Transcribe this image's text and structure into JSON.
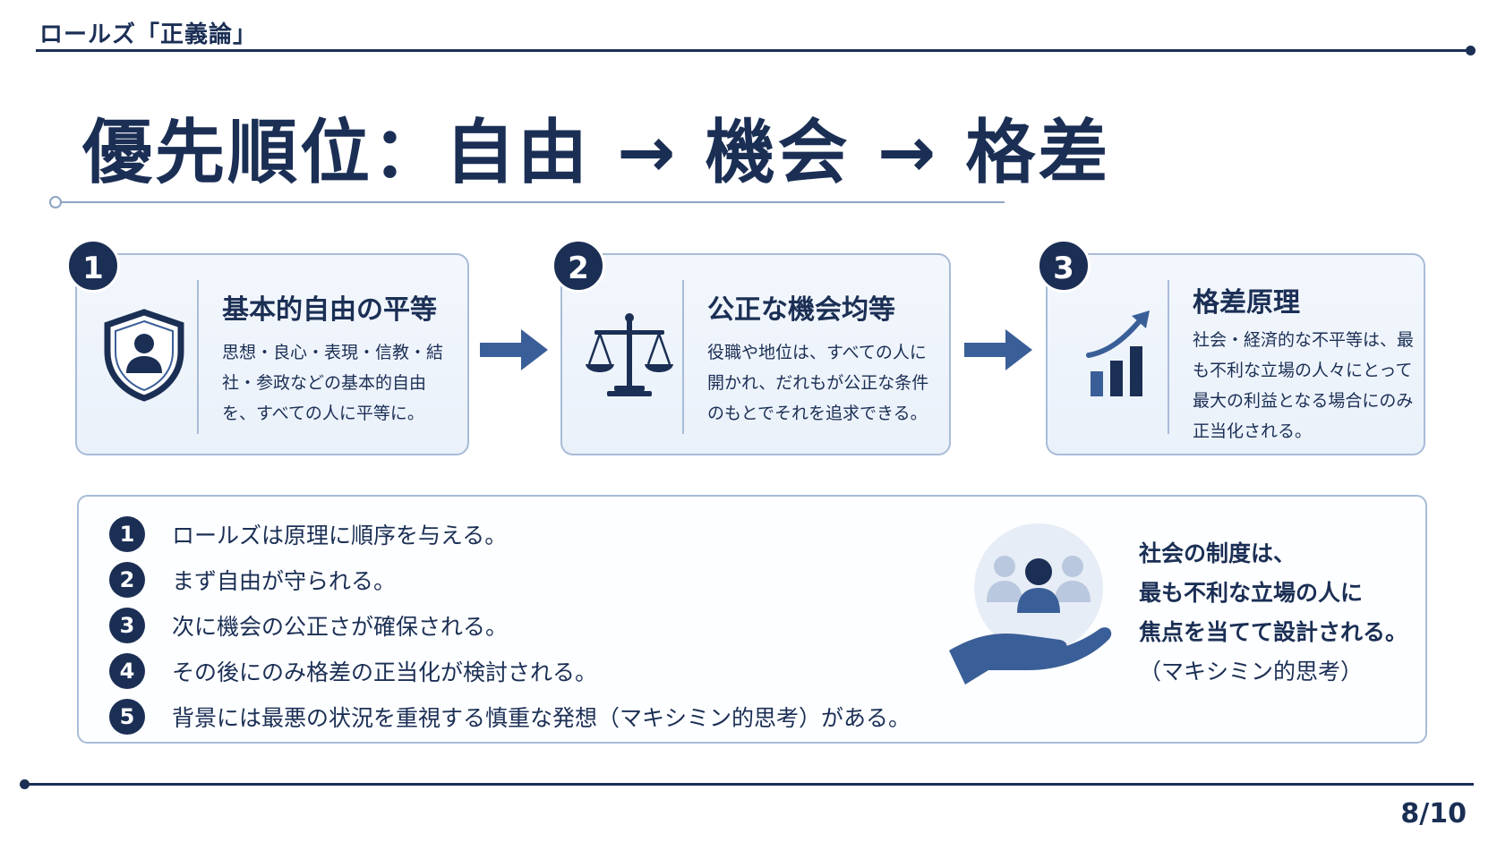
{
  "header": {
    "label": "ロールズ「正義論」"
  },
  "title": "優先順位：自由 → 機会 → 格差",
  "cards": [
    {
      "number": "1",
      "heading": "基本的自由の平等",
      "body": "思想・良心・表現・信教・結社・参政などの基本的自由を、すべての人に平等に。",
      "icon": "shield-person-icon"
    },
    {
      "number": "2",
      "heading": "公正な機会均等",
      "body": "役職や地位は、すべての人に開かれ、だれもが公正な条件のもとでそれを追求できる。",
      "icon": "scales-icon"
    },
    {
      "number": "3",
      "heading": "格差原理",
      "body": "社会・経済的な不平等は、最も不利な立場の人々にとって最大の利益となる場合にのみ正当化される。",
      "icon": "growth-chart-icon"
    }
  ],
  "summary": {
    "items": [
      {
        "number": "1",
        "text": "ロールズは原理に順序を与える。"
      },
      {
        "number": "2",
        "text": "まず自由が守られる。"
      },
      {
        "number": "3",
        "text": "次に機会の公正さが確保される。"
      },
      {
        "number": "4",
        "text": "その後にのみ格差の正当化が検討される。"
      },
      {
        "number": "5",
        "text": "背景には最悪の状況を重視する慎重な発想（マキシミン的思考）がある。"
      }
    ],
    "quote_lines": [
      "社会の制度は、",
      "最も不利な立場の人に",
      "焦点を当てて設計される。"
    ],
    "quote_note": "（マキシミン的思考）",
    "illustration_icon": "hand-supporting-people-icon"
  },
  "footer": {
    "page": "8/10"
  },
  "colors": {
    "navy": "#1b2f55",
    "accent": "#3a5f98",
    "card_border": "#a8bcd8"
  }
}
